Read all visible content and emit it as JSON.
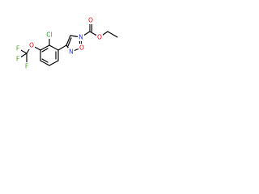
{
  "atoms": {
    "cl": "Cl",
    "o_ether": "O",
    "f_top": "F",
    "f_left": "F",
    "f_bottom": "F",
    "o_ring": "O",
    "n_top": "N",
    "n_bottom": "N",
    "o_carbonyl": "O",
    "o_ester": "O"
  },
  "colors": {
    "bond": "#000000",
    "chlorine": "#1fa01f",
    "oxygen": "#e8000b",
    "fluorine": "#4a9f28",
    "nitrogen": "#2a3dd8"
  }
}
